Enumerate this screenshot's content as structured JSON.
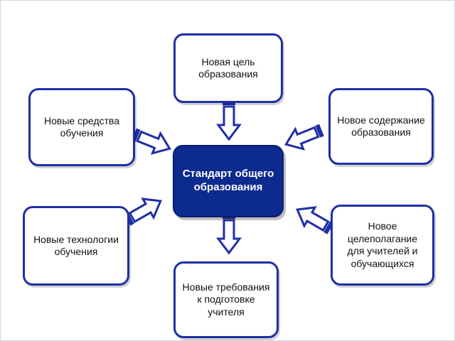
{
  "diagram": {
    "center": {
      "label": "Стандарт общего\nобразования"
    },
    "nodes": {
      "top": {
        "label": "Новая цель\nобразования"
      },
      "left_top": {
        "label": "Новые средства\nобучения"
      },
      "right_top": {
        "label": "Новое содержание\nобразования"
      },
      "left_bottom": {
        "label": "Новые технологии\nобучения"
      },
      "right_bottom": {
        "label": "Новое\nцелеполагание\nдля учителей и\nобучающихся"
      },
      "bottom": {
        "label": "Новые требования\nк подготовке\nучителя"
      }
    },
    "colors": {
      "border": "#1f2fa6",
      "center_fill": "#0d2a8f",
      "arrow_fill": "#ffffff",
      "arrow_stroke": "#1f2fa6"
    }
  }
}
